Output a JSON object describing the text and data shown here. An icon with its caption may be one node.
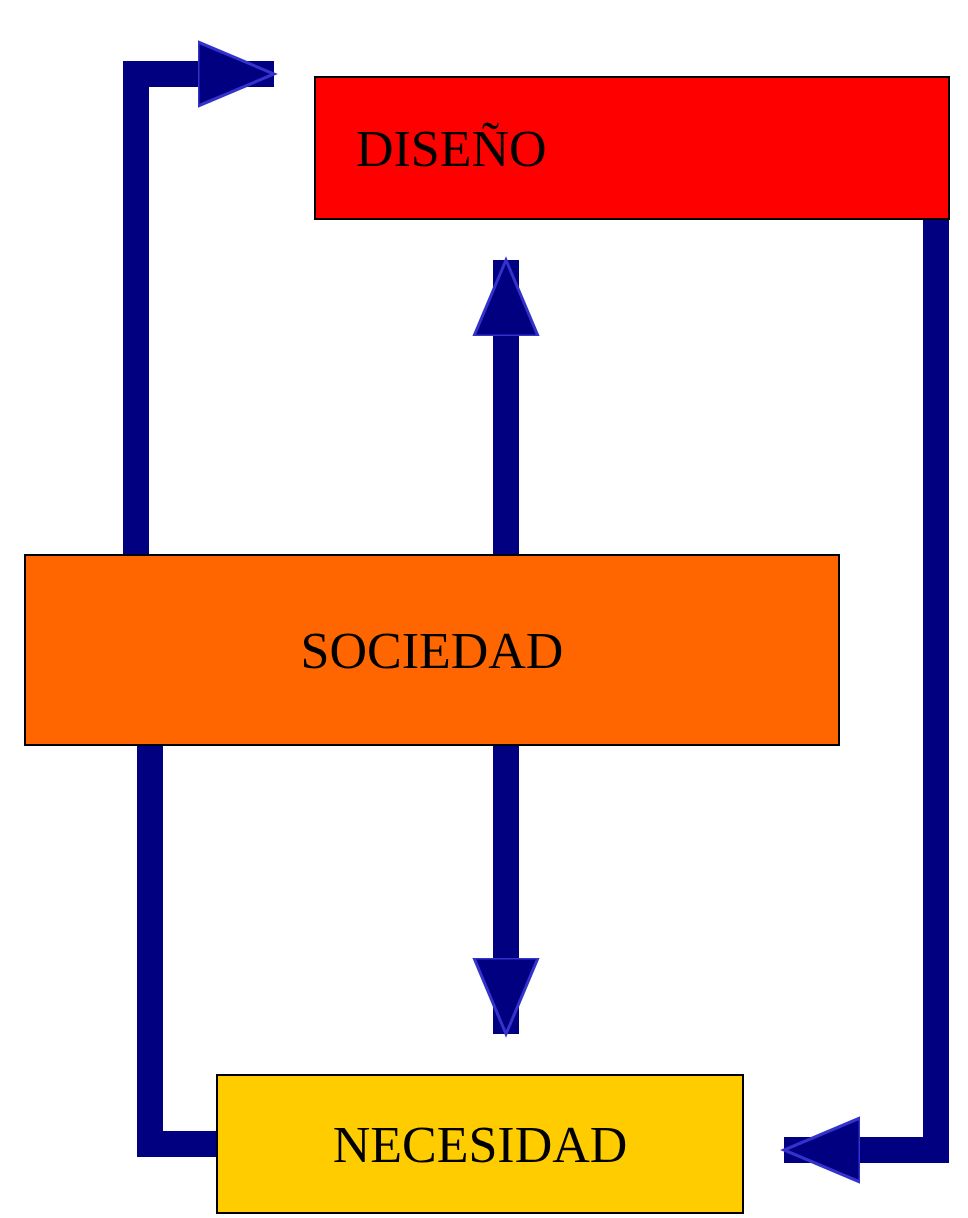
{
  "diagram": {
    "nodes": [
      {
        "text": [
          "DISEÑO"
        ]
      },
      {
        "text": [
          "SOCIEDAD"
        ]
      },
      {
        "text": [
          "NECESIDAD"
        ]
      }
    ],
    "edges": [
      {
        "from": 1,
        "to": 0,
        "arrow": "to"
      },
      {
        "from": 1,
        "to": 0,
        "arrow": "to"
      },
      {
        "from": 1,
        "to": 2,
        "arrow": "to"
      },
      {
        "from": 2,
        "to": 1,
        "arrow": "none"
      },
      {
        "from": 0,
        "to": 2,
        "arrow": "to"
      }
    ]
  }
}
